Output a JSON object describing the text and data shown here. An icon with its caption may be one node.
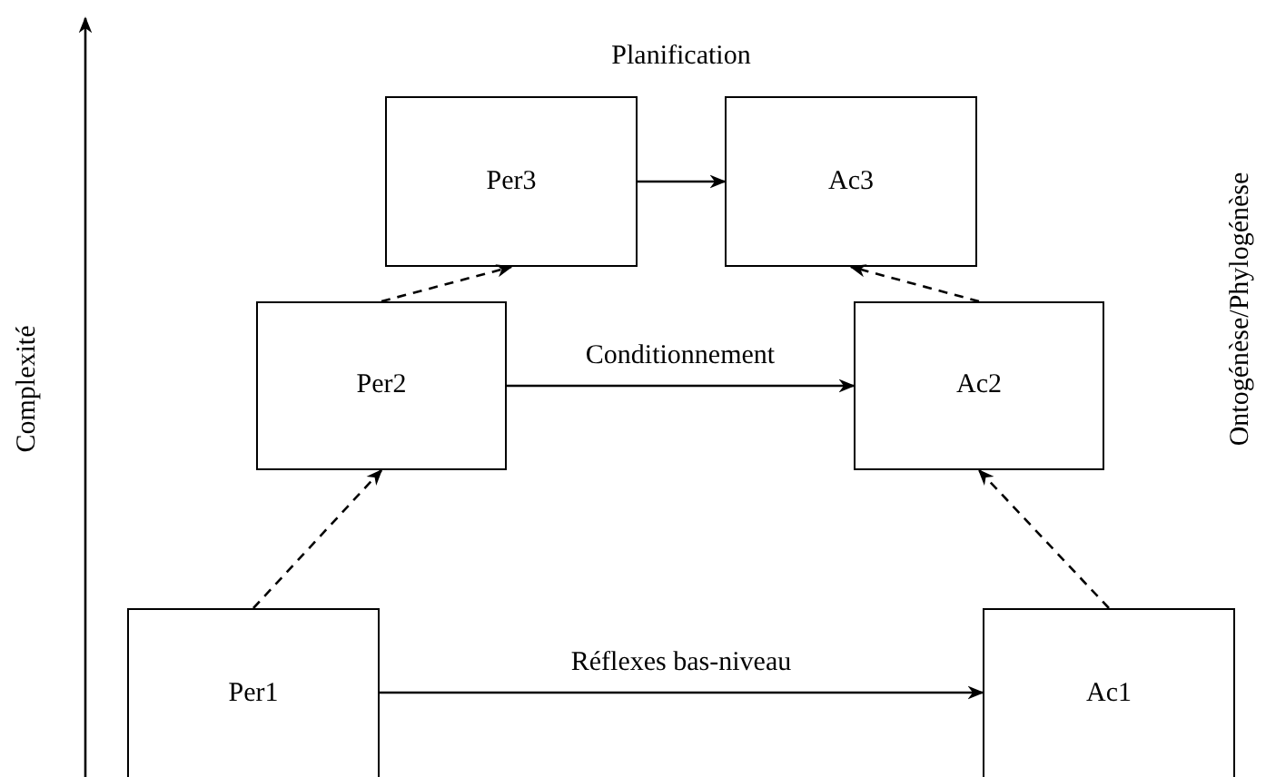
{
  "diagram": {
    "nodes": [
      {
        "text": [
          "Per3"
        ]
      },
      {
        "text": [
          "Ac3"
        ]
      },
      {
        "text": [
          "Per2"
        ]
      },
      {
        "text": [
          "Ac2"
        ]
      },
      {
        "text": [
          "Per1"
        ]
      },
      {
        "text": [
          "Ac1"
        ]
      }
    ],
    "edges": [
      {
        "from": 0,
        "to": 1,
        "arrow": "to",
        "label": "Planification"
      },
      {
        "from": 2,
        "to": 3,
        "arrow": "to",
        "label": "Conditionnement"
      },
      {
        "from": 4,
        "to": 5,
        "arrow": "to",
        "label": "Réflexes bas-niveau"
      },
      {
        "from": 4,
        "to": 2,
        "arrow": "to",
        "style": "dashed"
      },
      {
        "from": 2,
        "to": 0,
        "arrow": "to",
        "style": "dashed"
      },
      {
        "from": 5,
        "to": 3,
        "arrow": "to",
        "style": "dashed"
      },
      {
        "from": 3,
        "to": 1,
        "arrow": "to",
        "style": "dashed"
      }
    ],
    "labels": [
      "Complexité",
      "Ontogénèse/Phylogénèse"
    ]
  }
}
